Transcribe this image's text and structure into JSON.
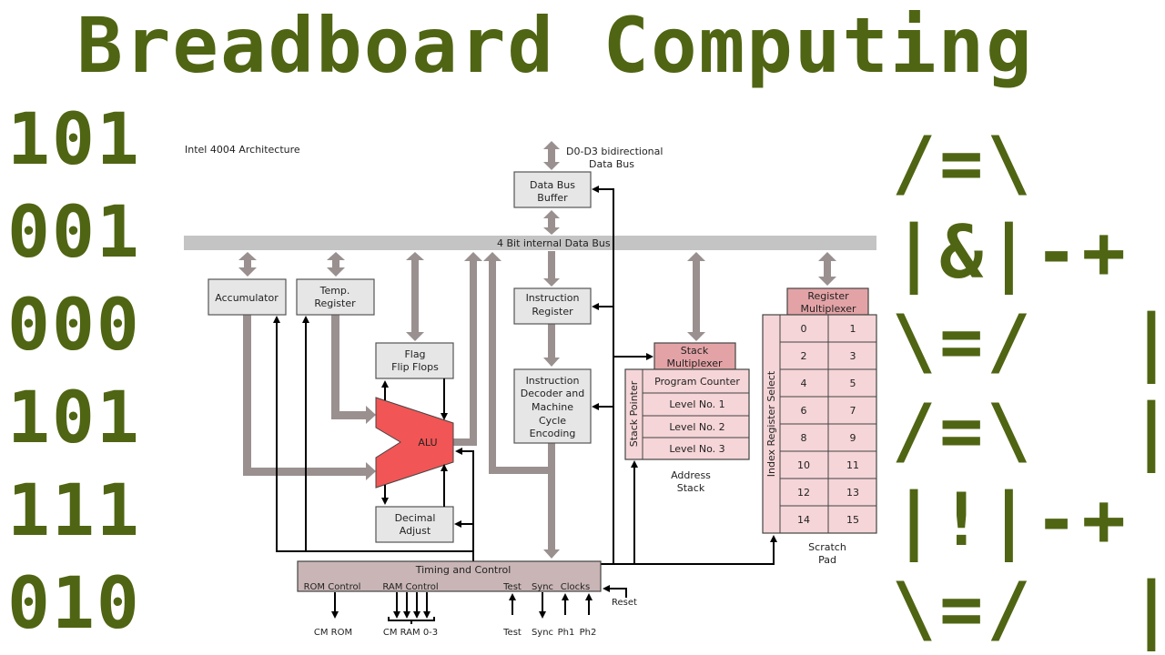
{
  "title": "Breadboard Computing",
  "left_binary": [
    "101",
    "001",
    "000",
    "101",
    "111",
    "010"
  ],
  "right_symbols": [
    "/=\\",
    "|&|-+",
    "\\=/  |",
    "/=\\  |",
    "|!|-+",
    "\\=/  |"
  ],
  "diagram": {
    "heading": "Intel 4004 Architecture",
    "external_bus": [
      "D0-D3 bidirectional",
      "Data Bus"
    ],
    "internal_bus": "4 Bit internal Data Bus",
    "data_bus_buffer": [
      "Data Bus",
      "Buffer"
    ],
    "accumulator": "Accumulator",
    "temp_register": [
      "Temp.",
      "Register"
    ],
    "flag_flip_flops": [
      "Flag",
      "Flip Flops"
    ],
    "alu": "ALU",
    "decimal_adjust": [
      "Decimal",
      "Adjust"
    ],
    "instruction_register": [
      "Instruction",
      "Register"
    ],
    "instruction_decoder": [
      "Instruction",
      "Decoder and",
      "Machine",
      "Cycle",
      "Encoding"
    ],
    "stack_multiplexer": [
      "Stack",
      "Multiplexer"
    ],
    "stack_pointer": "Stack Pointer",
    "stack_levels": [
      "Program Counter",
      "Level No. 1",
      "Level No. 2",
      "Level No. 3"
    ],
    "address_stack": [
      "Address",
      "Stack"
    ],
    "register_multiplexer": [
      "Register",
      "Multiplexer"
    ],
    "index_register_select": "Index Register Select",
    "scratch_registers": [
      [
        "0",
        "1"
      ],
      [
        "2",
        "3"
      ],
      [
        "4",
        "5"
      ],
      [
        "6",
        "7"
      ],
      [
        "8",
        "9"
      ],
      [
        "10",
        "11"
      ],
      [
        "12",
        "13"
      ],
      [
        "14",
        "15"
      ]
    ],
    "scratch_pad": [
      "Scratch",
      "Pad"
    ],
    "timing_control": {
      "title": "Timing and Control",
      "sub_labels": [
        "ROM Control",
        "RAM Control",
        "Test",
        "Sync",
        "Clocks"
      ],
      "reset": "Reset",
      "outputs": [
        "CM ROM",
        "CM RAM 0-3",
        "Test",
        "Sync",
        "Ph1",
        "Ph2"
      ]
    }
  },
  "colors": {
    "title_green": "#4f6513",
    "box_gray": "#e6e6e6",
    "bus_gray": "#c4c4c4",
    "arrow_gray": "#9a9090",
    "alu_red": "#f25555",
    "pink_light": "#f5d5d7",
    "pink_dark": "#e3a3a6",
    "timing_brown": "#c9b5b5"
  }
}
